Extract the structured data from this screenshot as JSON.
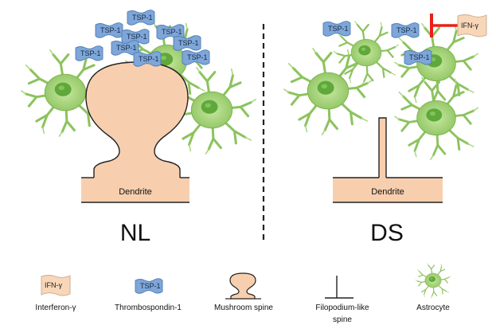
{
  "panels": {
    "left": {
      "condition": "NL",
      "dendrite": "Dendrite"
    },
    "right": {
      "condition": "DS",
      "dendrite": "Dendrite",
      "ifn": "IFN-γ"
    }
  },
  "protein_label": "TSP-1",
  "legend": {
    "ifn_tag": "IFN-γ",
    "ifn_label": "Interferon-γ",
    "tsp_tag": "TSP-1",
    "tsp_label": "Thrombospondin-1",
    "mushroom_label": "Mushroom spine",
    "filopodium_label_1": "Filopodium-like",
    "filopodium_label_2": "spine",
    "astrocyte_label": "Astrocyte"
  },
  "colors": {
    "astrocyte": "#9ccf6a",
    "astrocyte_nucleus": "#5fa83a",
    "dendrite": "#f8cfae",
    "tsp": "#7ea6d8",
    "ifn": "#f8d6b8",
    "inhibit": "#e8201a"
  }
}
